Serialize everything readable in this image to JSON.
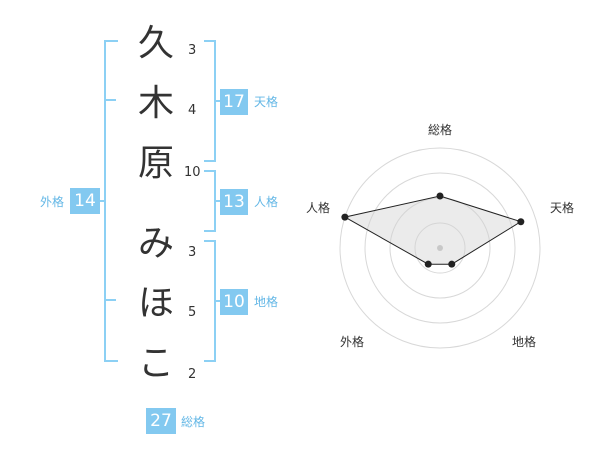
{
  "name_chars": [
    {
      "char": "久",
      "strokes": "3"
    },
    {
      "char": "木",
      "strokes": "4"
    },
    {
      "char": "原",
      "strokes": "10"
    },
    {
      "char": "み",
      "strokes": "3"
    },
    {
      "char": "ほ",
      "strokes": "5"
    },
    {
      "char": "こ",
      "strokes": "2"
    }
  ],
  "fortune": {
    "tenkaku": {
      "value": "17",
      "label": "天格"
    },
    "jinkaku": {
      "value": "13",
      "label": "人格"
    },
    "chikaku": {
      "value": "10",
      "label": "地格"
    },
    "gaikaku": {
      "value": "14",
      "label": "外格"
    },
    "soukaku": {
      "value": "27",
      "label": "総格"
    }
  },
  "radar": {
    "axes": [
      "総格",
      "天格",
      "地格",
      "外格",
      "人格"
    ],
    "values": [
      0.52,
      0.85,
      0.2,
      0.2,
      1.0
    ],
    "rings": 4
  }
}
